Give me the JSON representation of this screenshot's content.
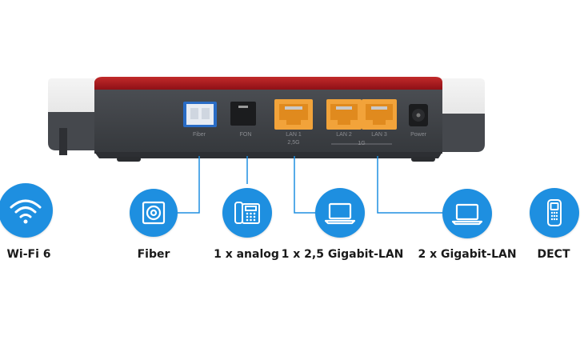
{
  "features": [
    {
      "id": "wifi",
      "label": "Wi-Fi 6",
      "icon": "wifi-icon"
    },
    {
      "id": "fiber",
      "label": "Fiber",
      "icon": "fiber-port-icon"
    },
    {
      "id": "analog",
      "label": "1 x analog",
      "icon": "phone-icon"
    },
    {
      "id": "lan25",
      "label": "1 x 2,5  Gigabit-LAN",
      "icon": "laptop-icon"
    },
    {
      "id": "lan2",
      "label": "2 x Gigabit-LAN",
      "icon": "laptop-icon"
    },
    {
      "id": "dect",
      "label": "DECT",
      "icon": "cordless-phone-icon"
    }
  ],
  "ports": {
    "fiber": "Fiber",
    "fon": "FON",
    "lan1": "LAN 1",
    "lan1_speed": "2,5G",
    "lan2": "LAN 2",
    "lan3": "LAN 3",
    "lan23_speed": "1G",
    "power": "Power"
  },
  "colors": {
    "accent_blue": "#1e8fe0",
    "router_red": "#a3111a",
    "router_body": "#3f4247",
    "port_orange": "#f2a33a"
  }
}
